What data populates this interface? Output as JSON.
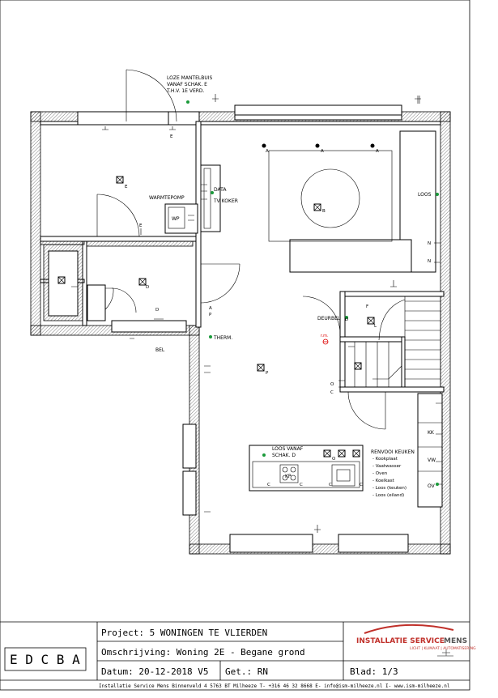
{
  "labels": {
    "mantelbuis_1": "LOZE MANTELBUIS",
    "mantelbuis_2": "VANAF SCHAK. E",
    "mantelbuis_3": "T.H.V. 1E VERD.",
    "data": "DATA",
    "tv_koker": "TV KOKER",
    "warmtepomp": "WARMTEPOMP",
    "wp": "WP",
    "loos": "LOOS",
    "thermostaat": "THERM.",
    "deurbel": "DEURBEL",
    "bel": "BEL",
    "loos_vanaf_1": "LOOS VANAF",
    "loos_vanaf_2": "SCHAK. D",
    "renvooi_title": "RENVOOI KEUKEN",
    "kp": "KP",
    "kk": "KK",
    "vw": "VW",
    "ov": "OV",
    "rook": "r.m."
  },
  "renvooi": [
    "- Kookplaat",
    "- Vaatwasser",
    "- Oven",
    "- Koelkast",
    "- Loos (keuken)",
    "- Loos (eiland)"
  ],
  "letters": {
    "a": "A",
    "b": "B",
    "c": "C",
    "d": "D",
    "e": "E",
    "f": "F",
    "l": "L",
    "n": "N",
    "o": "O",
    "p": "P"
  },
  "title_block": {
    "project": "Project: 5 WONINGEN TE VLIERDEN",
    "omschrijving": "Omschrijving: Woning 2E - Begane grond",
    "datum": "Datum: 20-12-2018 V5",
    "getekend": "Get.: RN",
    "blad": "Blad: 1/3",
    "groups": "E D C B A",
    "footer": "Installatie Service Mens   Binnenveld 4 5763 BT Milheeze   T- +316 46 32 8668   E- info@ism-milheeze.nl   I- www.ism-milheeze.nl"
  },
  "logo": {
    "name_red": "INSTALLATIE SERVICE",
    "name_grey": "MENS",
    "tagline": "LICHT  |  KLIMAAT  |  AUTOMATISERING"
  }
}
